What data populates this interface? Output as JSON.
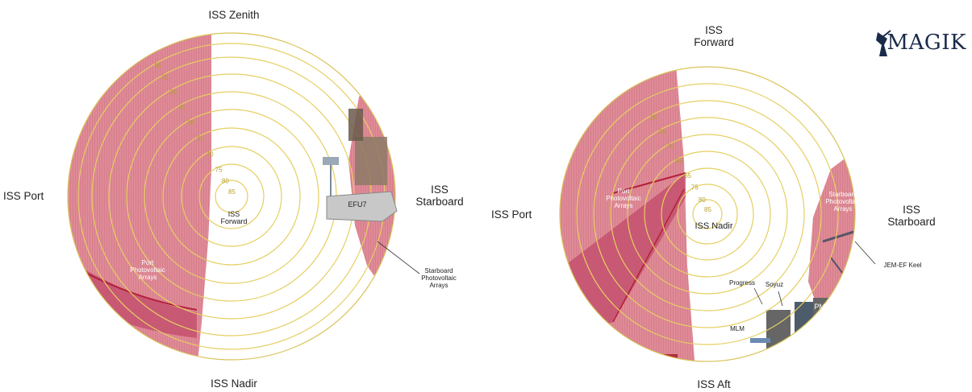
{
  "left_diagram": {
    "top": "ISS Zenith",
    "bottom": "ISS Nadir",
    "left": "ISS Port",
    "right": [
      "ISS",
      "Starboard"
    ],
    "center": [
      "ISS",
      "Forward"
    ],
    "efu": "EFU7",
    "port_arrays": [
      "Port",
      "Photovoltaic",
      "Arrays"
    ],
    "starboard_arrays": [
      "Starboard",
      "Photovoltaic",
      "Arrays"
    ],
    "ring_labels": [
      "85",
      "80",
      "75",
      "70",
      "65",
      "55",
      "45",
      "35",
      "25",
      "15"
    ]
  },
  "right_diagram": {
    "top": [
      "ISS",
      "Forward"
    ],
    "bottom": "ISS Aft",
    "left": "ISS Port",
    "right": [
      "ISS",
      "Starboard"
    ],
    "center": "ISS Nadir",
    "port_arrays": [
      "Port",
      "Photovoltaic",
      "Arrays"
    ],
    "starboard_arrays": [
      "Starboard",
      "Photovoltaic",
      "Arrays"
    ],
    "jem": "JEM-EF Keel",
    "progress": "Progress",
    "soyuz": "Soyuz",
    "mlm": "MLM",
    "pmm": "PMM",
    "ring_labels": [
      "85",
      "80",
      "75",
      "65",
      "55",
      "45",
      "35",
      "25"
    ]
  },
  "logo": "MAGIK",
  "colors": {
    "obstruction": "#d97a86",
    "ring": "#e5cf62",
    "array_dark": "#c23a5c"
  }
}
